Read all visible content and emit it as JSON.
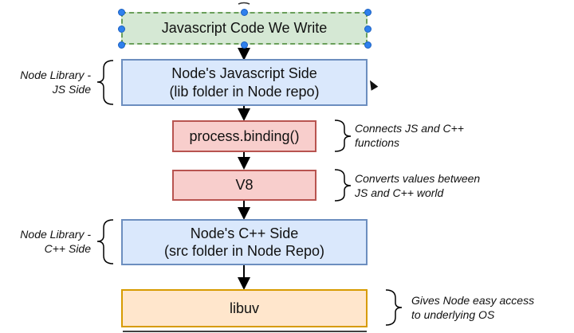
{
  "boxes": {
    "js_code": "Javascript Code We Write",
    "node_js_side": [
      "Node's Javascript Side",
      "(lib folder in Node repo)"
    ],
    "process_binding": "process.binding()",
    "v8": "V8",
    "node_cpp_side": [
      "Node's C++ Side",
      "(src folder in Node Repo)"
    ],
    "libuv": "libuv"
  },
  "annotations": {
    "node_library_js": [
      "Node Library -",
      "JS Side"
    ],
    "node_library_cpp": [
      "Node Library -",
      "C++ Side"
    ],
    "process_binding_note": [
      "Connects JS and C++",
      "functions"
    ],
    "v8_note": [
      "Converts values between",
      "JS and C++ world"
    ],
    "libuv_note": [
      "Gives Node easy access",
      "to underlying OS"
    ]
  },
  "colors": {
    "green_fill": "#d5e8d4",
    "green_stroke": "#82b366",
    "blue_fill": "#dae8fc",
    "blue_stroke": "#6c8ebf",
    "red_fill": "#f8cecc",
    "red_stroke": "#b85450",
    "orange_fill": "#ffe6cc",
    "orange_stroke": "#d79b00",
    "selection_handle": "#2f80ed"
  }
}
